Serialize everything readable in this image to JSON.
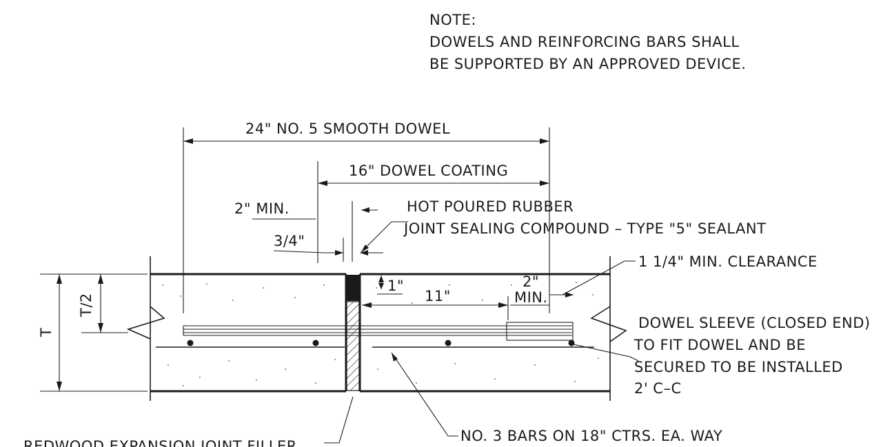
{
  "note": {
    "heading": "NOTE:",
    "line1": "DOWELS AND REINFORCING BARS SHALL",
    "line2": "BE SUPPORTED BY AN APPROVED DEVICE."
  },
  "dims": {
    "dowel_length": "24\" NO. 5 SMOOTH DOWEL",
    "dowel_coating": "16\" DOWEL COATING",
    "two_min": "2\" MIN.",
    "three_quarter": "3/4\"",
    "one_inch": "1\"",
    "eleven": "11\"",
    "two": "2\"",
    "min": "MIN.",
    "thickness": "T",
    "half_thickness": "T/2"
  },
  "callouts": {
    "sealant_line1": "HOT POURED RUBBER",
    "sealant_line2": "JOINT SEALING COMPOUND – TYPE \"5\" SEALANT",
    "clearance": "1 1/4\" MIN. CLEARANCE",
    "sleeve_line1": "DOWEL SLEEVE (CLOSED END)",
    "sleeve_line2": "TO FIT DOWEL AND BE",
    "sleeve_line3": "SECURED TO BE INSTALLED",
    "sleeve_line4": "2' C–C",
    "bars": "NO. 3 BARS ON 18\" CTRS. EA. WAY",
    "filler": "REDWOOD EXPANSION JOINT FILLER"
  }
}
